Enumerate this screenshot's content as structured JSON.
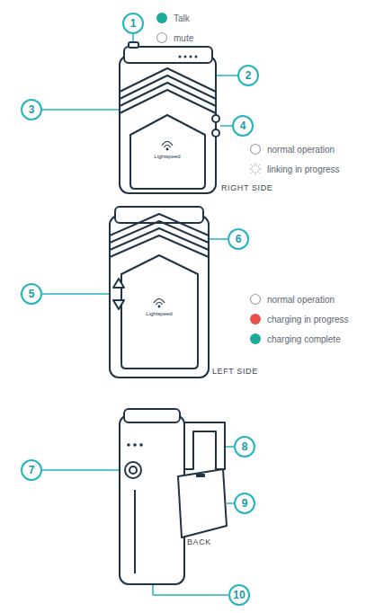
{
  "diagram": {
    "nodes": [
      {
        "text": [
          "1"
        ]
      },
      {
        "text": [
          "2"
        ]
      },
      {
        "text": [
          "3"
        ]
      },
      {
        "text": [
          "4"
        ]
      },
      {
        "text": [
          "5"
        ]
      },
      {
        "text": [
          "6"
        ]
      },
      {
        "text": [
          "7"
        ]
      },
      {
        "text": [
          "8"
        ]
      },
      {
        "text": [
          "9"
        ]
      },
      {
        "text": [
          "10"
        ]
      }
    ],
    "labels": [
      "RIGHT SIDE",
      "LEFT SIDE",
      "BACK",
      "Lightspeed",
      "Lightspeed"
    ],
    "legend": [
      {
        "text": "Talk",
        "color": "#1aab9b"
      },
      {
        "text": "mute"
      },
      {
        "text": "normal operation"
      },
      {
        "text": "linking in progress"
      },
      {
        "text": "normal operation"
      },
      {
        "text": "charging in progress",
        "color": "#e8524a"
      },
      {
        "text": "charging complete",
        "color": "#1aab9b"
      }
    ]
  }
}
